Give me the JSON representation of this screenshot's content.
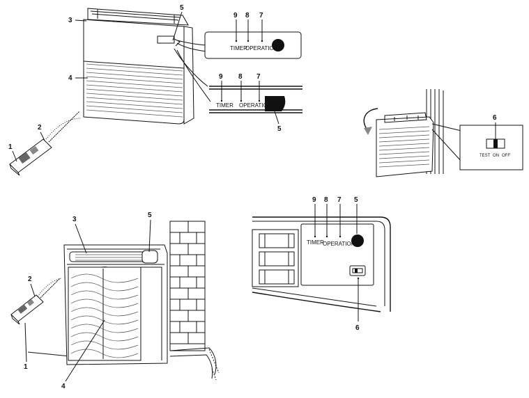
{
  "labels": {
    "n1": "1",
    "n2": "2",
    "n3": "3",
    "n4": "4",
    "n5": "5",
    "n6": "6",
    "n7": "7",
    "n8": "8",
    "n9": "9"
  },
  "panel_text": {
    "timer_upper": "TIMER",
    "timer_lower": "TIMER",
    "operation_upper": "OPERATION",
    "operation_lower": "OPERATION",
    "timer_outdoor": "TIMER",
    "operation_outdoor": "OPERATION"
  },
  "switch_text": {
    "test": "TEST",
    "on": "ON",
    "off": "OFF"
  }
}
